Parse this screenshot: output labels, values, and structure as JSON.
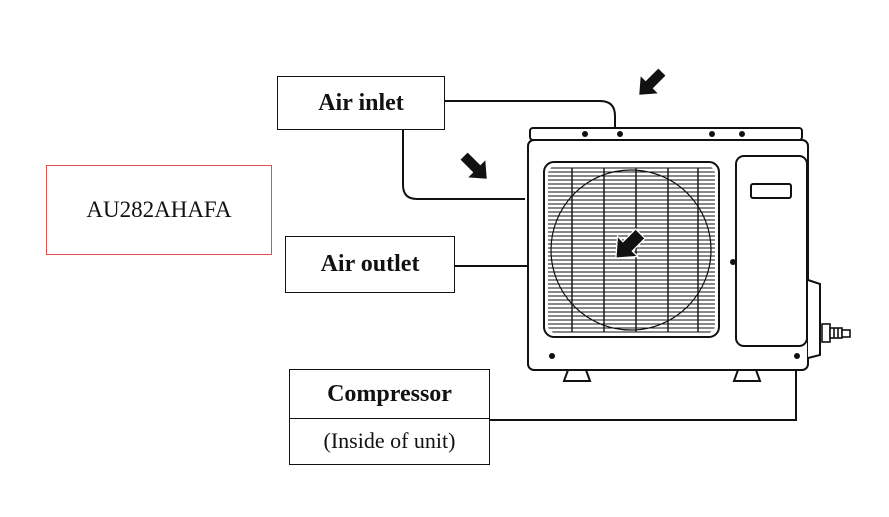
{
  "model": {
    "name": "AU282AHAFA"
  },
  "labels": {
    "air_inlet": "Air inlet",
    "air_outlet": "Air outlet",
    "compressor": "Compressor",
    "compressor_note": "(Inside of unit)"
  },
  "colors": {
    "line": "#111111",
    "model_border": "#e05050"
  }
}
